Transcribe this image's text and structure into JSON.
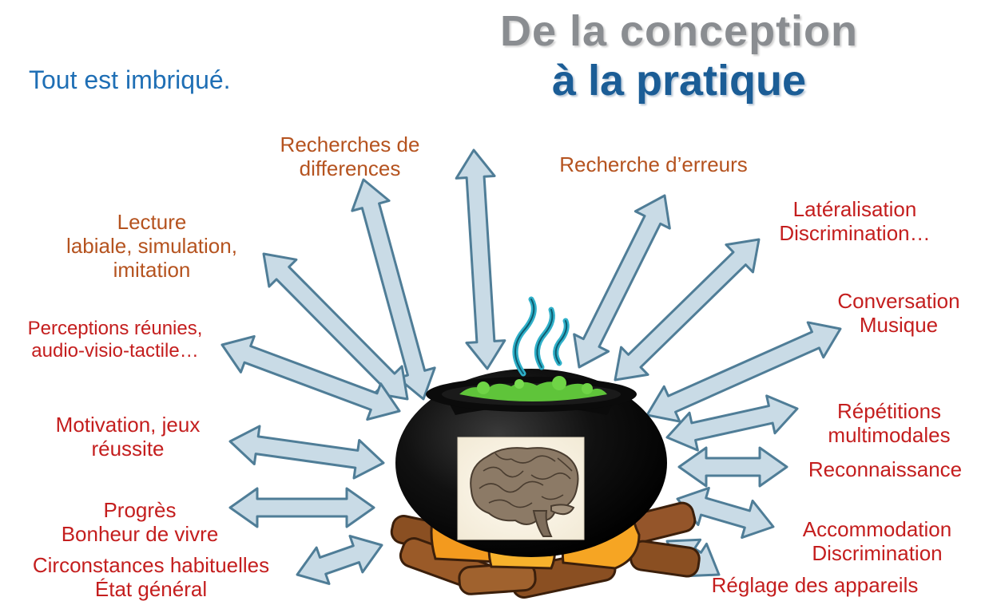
{
  "subtitle": "Tout est imbriqué.",
  "title": {
    "line1": "De la conception",
    "line2": "à la pratique"
  },
  "labels": {
    "differences": [
      "Recherches de",
      "differences"
    ],
    "erreurs": [
      "Recherche d’erreurs"
    ],
    "lecture": [
      "Lecture",
      "labiale, simulation,",
      "imitation"
    ],
    "lateralisation": [
      "Latéralisation",
      "Discrimination…"
    ],
    "perceptions": [
      "Perceptions réunies,",
      "audio-visio-tactile…"
    ],
    "conversation": [
      "Conversation",
      "Musique"
    ],
    "motivation": [
      "Motivation, jeux",
      "réussite"
    ],
    "repetitions": [
      "Répétitions",
      "multimodales"
    ],
    "reconnaissance": [
      "Reconnaissance"
    ],
    "progres": [
      "Progrès",
      "Bonheur de vivre"
    ],
    "accommodation": [
      "Accommodation",
      "Discrimination"
    ],
    "circonstances": [
      "Circonstances habituelles",
      "État général"
    ],
    "reglage": [
      "Réglage des appareils"
    ]
  },
  "colors": {
    "brown_label": "#b5531f",
    "red_label": "#c41e1e",
    "subtitle": "#1f6fb5",
    "title_grey": "#8a8d91",
    "title_blue": "#1b5d96",
    "arrow_fill": "#c9dbe6",
    "arrow_stroke": "#4f7d97",
    "cauldron": "#0b0b0b",
    "potion": "#5fc43a",
    "steam": "#2fb0c9",
    "fire": "#f39a1e",
    "logs": "#8a4f22"
  },
  "icons": [
    "cauldron-icon",
    "brain-icon",
    "steam-icon",
    "fire-icon",
    "log-icon",
    "double-arrow-icon"
  ]
}
